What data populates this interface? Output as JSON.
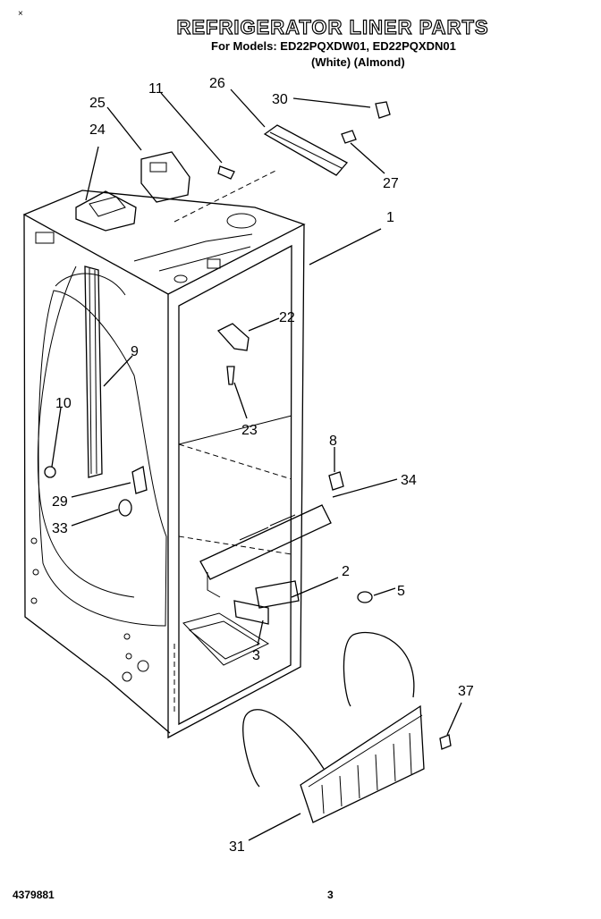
{
  "header": {
    "corner_mark": "×",
    "title": "REFRIGERATOR LINER PARTS",
    "models_line": "For Models: ED22PQXDW01, ED22PQXDN01",
    "colors_line": "(White)   (Almond)"
  },
  "footer": {
    "doc_number": "4379881",
    "page_number": "3"
  },
  "callouts": [
    "11",
    "26",
    "30",
    "25",
    "24",
    "27",
    "1",
    "22",
    "9",
    "23",
    "10",
    "8",
    "34",
    "29",
    "33",
    "2",
    "5",
    "3",
    "37",
    "31"
  ]
}
